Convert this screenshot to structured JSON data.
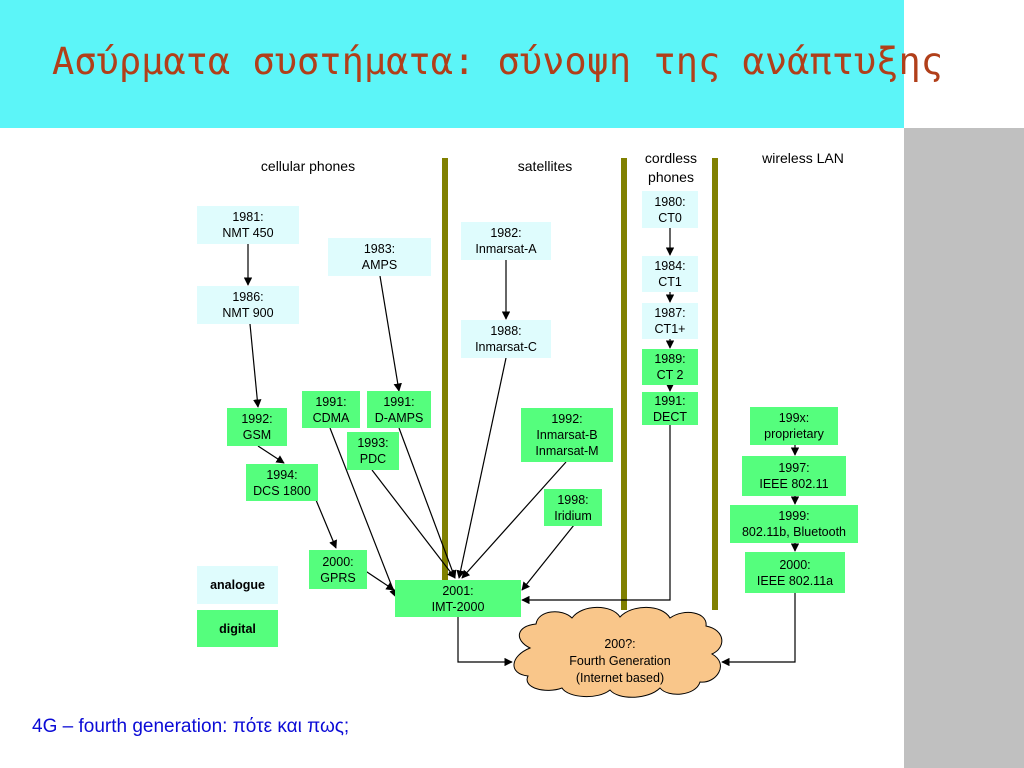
{
  "title": "Ασύρματα συστήματα: σύνοψη της ανάπτυξης",
  "columns": {
    "cellular": "cellular phones",
    "satellites": "satellites",
    "cordless": "cordless\nphones",
    "wlan": "wireless LAN"
  },
  "colors": {
    "title_bar": "#5cf5f8",
    "analogue": "#dffcfd",
    "digital": "#55fe7d",
    "divider": "#808000",
    "cloud": "#f9c68a",
    "bottom_text": "#0b0bd6",
    "title_text": "#b13f1a"
  },
  "nodes": {
    "nmt450": "1981:\nNMT 450",
    "amps": "1983:\nAMPS",
    "nmt900": "1986:\nNMT 900",
    "gsm": "1992:\nGSM",
    "cdma": "1991:\nCDMA",
    "damps": "1991:\nD-AMPS",
    "pdc": "1993:\nPDC",
    "dcs1800": "1994:\nDCS 1800",
    "gprs": "2000:\nGPRS",
    "imt2000": "2001:\nIMT-2000",
    "inmarsat_a": "1982:\nInmarsat-A",
    "inmarsat_c": "1988:\nInmarsat-C",
    "inmarsat_bm": "1992:\nInmarsat-B\nInmarsat-M",
    "iridium": "1998:\nIridium",
    "ct0": "1980:\nCT0",
    "ct1": "1984:\nCT1",
    "ct1plus": "1987:\nCT1+",
    "ct2": "1989:\nCT 2",
    "dect": "1991:\nDECT",
    "proprietary": "199x:\nproprietary",
    "ieee80211": "1997:\nIEEE 802.11",
    "bluetooth": "1999:\n802.11b, Bluetooth",
    "ieee80211a": "2000:\nIEEE 802.11a",
    "fourth_gen": "200?:\nFourth Generation\n(Internet based)"
  },
  "legend": {
    "analogue": "analogue",
    "digital": "digital"
  },
  "footer": "4G – fourth generation: πότε και πως;"
}
